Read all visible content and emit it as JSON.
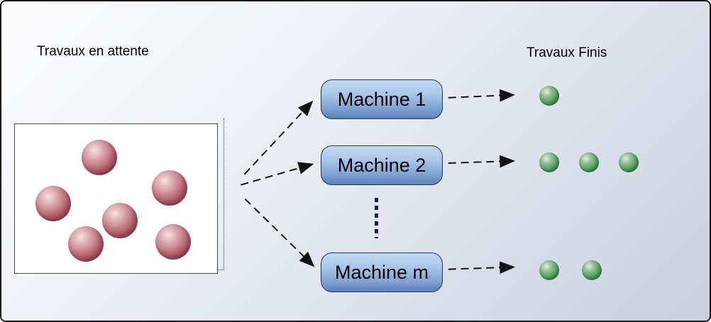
{
  "diagram": {
    "labels": {
      "waiting": "Travaux en attente",
      "finished": "Travaux Finis"
    },
    "machines": [
      {
        "label": "Machine 1",
        "finished_count": 1
      },
      {
        "label": "Machine 2",
        "finished_count": 3
      },
      {
        "label": "Machine m",
        "finished_count": 2
      }
    ],
    "waiting_jobs_count": 6,
    "ellipsis_between": [
      "Machine 2",
      "Machine m"
    ],
    "colors": {
      "waiting_sphere": "#a84f5c",
      "finished_sphere": "#3f8a4e",
      "machine_fill_top": "#abc8ea",
      "machine_fill_bottom": "#5d82bc",
      "machine_border": "#243751",
      "arrow": "#111111",
      "background_top": "#fdfdfe",
      "background_bottom": "#c8d0df"
    }
  }
}
